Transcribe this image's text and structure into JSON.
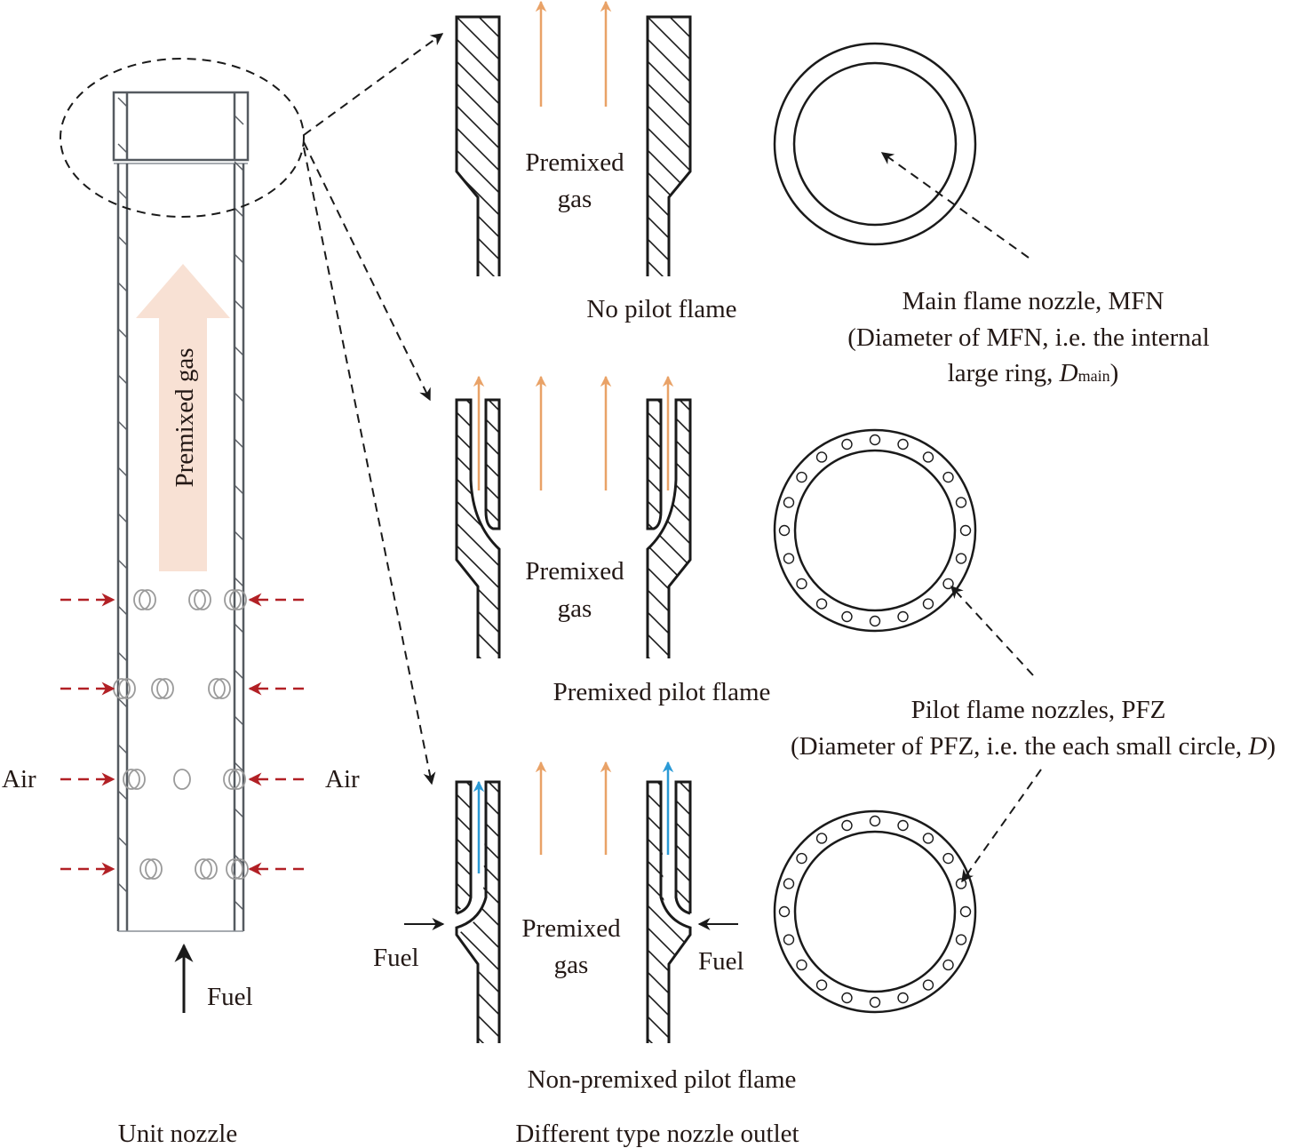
{
  "figure": {
    "unit_nozzle": {
      "caption": "Unit nozzle",
      "flow_label": "Premixed gas",
      "air_left": "Air",
      "air_right": "Air",
      "fuel_label": "Fuel",
      "air_inlet_rows": 4
    },
    "nozzle_outlets": {
      "caption": "Different type nozzle outlet",
      "types": [
        {
          "name": "No pilot flame",
          "center_label_line1": "Premixed",
          "center_label_line2": "gas"
        },
        {
          "name": "Premixed pilot flame",
          "center_label_line1": "Premixed",
          "center_label_line2": "gas"
        },
        {
          "name": "Non-premixed pilot flame",
          "center_label_line1": "Premixed",
          "center_label_line2": "gas",
          "fuel_left": "Fuel",
          "fuel_right": "Fuel"
        }
      ]
    },
    "annotations": {
      "mfn_line1": "Main flame nozzle, MFN",
      "mfn_line2": "(Diameter of MFN, i.e. the internal",
      "mfn_line3_prefix": "large ring, ",
      "mfn_symbol": "D",
      "mfn_subscript": "main",
      "mfn_suffix": ")",
      "pfz_line1": "Pilot flame nozzles, PFZ",
      "pfz_line2_prefix": "(Diameter of PFZ, i.e. the each small circle, ",
      "pfz_symbol": "D",
      "pfz_suffix": ")",
      "pilot_hole_count": 20
    },
    "colors": {
      "premixed_arrow": "#e9a267",
      "fuel_arrow_blue": "#2b9ad6",
      "air_arrow_red": "#b22025",
      "big_arrow_fill": "#f8e1d4"
    }
  }
}
